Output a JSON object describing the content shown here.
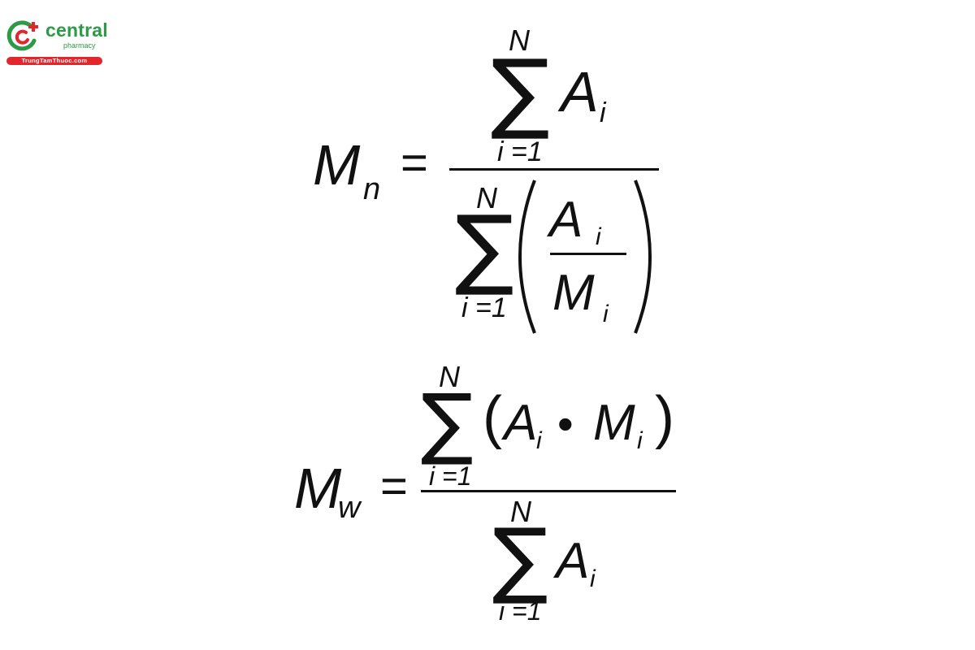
{
  "logo": {
    "name": "central",
    "subtitle": "pharmacy",
    "tagline": "TrungTamThuoc.com",
    "colors": {
      "green": "#2e9a47",
      "red": "#e3262b"
    }
  },
  "formula_mn": {
    "lhs_symbol": "M",
    "lhs_subscript": "n",
    "equals": "=",
    "numerator": {
      "sum_upper": "N",
      "sum_lower": "i =1",
      "term": "A",
      "term_subscript": "i"
    },
    "denominator": {
      "sum_upper": "N",
      "sum_lower": "i =1",
      "inner_numerator": "A",
      "inner_numerator_subscript": "i",
      "inner_denominator": "M",
      "inner_denominator_subscript": "i"
    }
  },
  "formula_mw": {
    "lhs_symbol": "M",
    "lhs_subscript": "w",
    "equals": "=",
    "numerator": {
      "sum_upper": "N",
      "sum_lower": "i =1",
      "term_a": "A",
      "term_a_subscript": "i",
      "dot": "•",
      "term_m": "M",
      "term_m_subscript": "i"
    },
    "denominator": {
      "sum_upper": "N",
      "sum_lower": "i =1",
      "term": "A",
      "term_subscript": "i"
    }
  }
}
